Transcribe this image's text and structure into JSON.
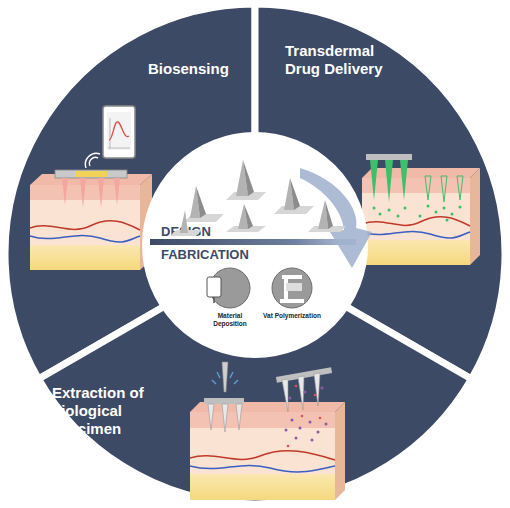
{
  "diagram": {
    "nodes": [
      {
        "text": [
          "Biosensing"
        ]
      },
      {
        "text": [
          "Transdermal Drug Delivery"
        ]
      },
      {
        "text": [
          "DESIGN",
          "FABRICATION"
        ]
      },
      {
        "text": [
          "Material Deposition"
        ],
        "in": 2
      },
      {
        "text": [
          "Vat Polymerization"
        ],
        "in": 2
      },
      {
        "text": [
          "Extraction of biological specimen"
        ]
      }
    ]
  }
}
